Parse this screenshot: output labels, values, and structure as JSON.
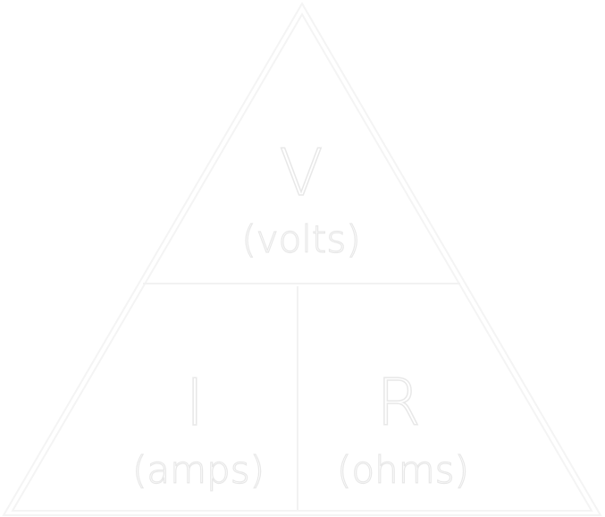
{
  "triangle": {
    "top": {
      "symbol": "V",
      "unit": "(volts)"
    },
    "bottom_left": {
      "symbol": "I",
      "unit": "(amps)"
    },
    "bottom_right": {
      "symbol": "R",
      "unit": "(ohms)"
    }
  },
  "colors": {
    "background": "#ffffff",
    "outline": "#f4f4f4",
    "text_fill": "#ffffff",
    "text_stroke": "#e8e8e8"
  }
}
